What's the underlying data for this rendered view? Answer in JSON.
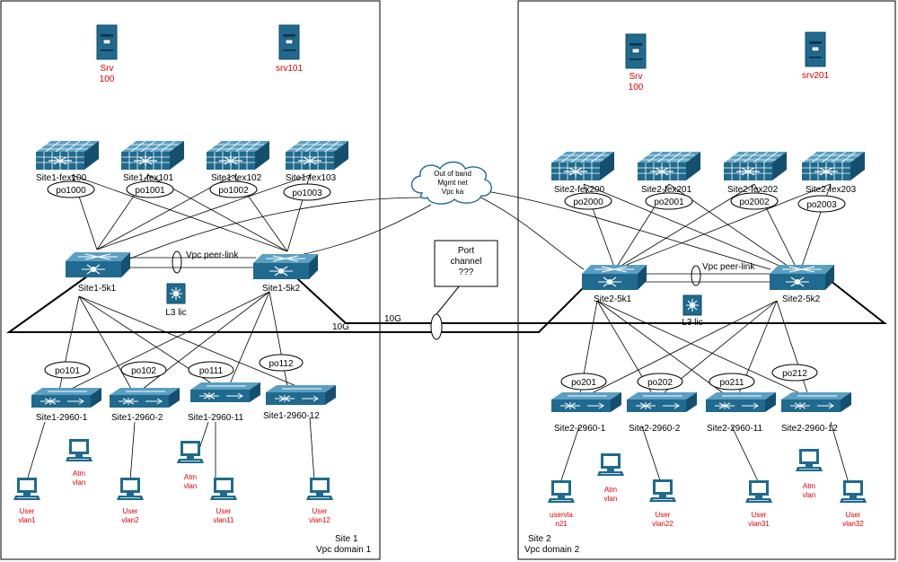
{
  "site1": {
    "caption_line1": "Site 1",
    "caption_line2": "Vpc domain 1",
    "servers": [
      {
        "line1": "Srv",
        "line2": "100"
      },
      {
        "line1": "srv101",
        "line2": ""
      }
    ],
    "fexes": [
      "Site1-fex100",
      "Site1-fex101",
      "Site1-fex102",
      "Site1-fex103"
    ],
    "fex_portchannels": [
      "po1000",
      "po1001",
      "po1002",
      "po1003"
    ],
    "nexus": [
      "Site1-5k1",
      "Site1-5k2"
    ],
    "peer_link": "Vpc peer-link",
    "l3": "L3 lic",
    "access_portchannels": [
      "po101",
      "po102",
      "po111",
      "po112"
    ],
    "access_switches": [
      "Site1-2960-1",
      "Site1-2960-2",
      "Site1-2960-11",
      "Site1-2960-12"
    ],
    "pcs": [
      {
        "line1": "User",
        "line2": "vlan1"
      },
      {
        "line1": "Atm",
        "line2": "vlan"
      },
      {
        "line1": "User",
        "line2": "vlan2"
      },
      {
        "line1": "Atm",
        "line2": "vlan"
      },
      {
        "line1": "User",
        "line2": "vlan11"
      },
      {
        "line1": "User",
        "line2": "vlan12"
      }
    ]
  },
  "site2": {
    "caption_line1": "Site 2",
    "caption_line2": "Vpc domain 2",
    "servers": [
      {
        "line1": "Srv",
        "line2": "100"
      },
      {
        "line1": "srv201",
        "line2": ""
      }
    ],
    "fexes": [
      "Site2-fex200",
      "Site2-fex201",
      "Site2-fex202",
      "Site2-fex203"
    ],
    "fex_portchannels": [
      "po2000",
      "po2001",
      "po2002",
      "po2003"
    ],
    "nexus": [
      "Site2-5k1",
      "Site2-5k2"
    ],
    "peer_link": "Vpc peer-link",
    "l3": "L3 lic",
    "access_portchannels": [
      "po201",
      "po202",
      "po211",
      "po212"
    ],
    "access_switches": [
      "Site2-2960-1",
      "Site2-2960-2",
      "Site2-2960-11",
      "Site2-2960-12"
    ],
    "pcs": [
      {
        "line1": "uservla",
        "line2": "n21"
      },
      {
        "line1": "Atm",
        "line2": "vlan"
      },
      {
        "line1": "User",
        "line2": "vlan22"
      },
      {
        "line1": "User",
        "line2": "vlan31"
      },
      {
        "line1": "Atm",
        "line2": "vlan"
      },
      {
        "line1": "User",
        "line2": "vlan32"
      }
    ]
  },
  "cloud": {
    "line1": "Out of band",
    "line2": "Mgmt net",
    "line3": "Vpc ka"
  },
  "port_channel_box": {
    "line1": "Port",
    "line2": "channel",
    "line3": "???"
  },
  "links": {
    "ten_g_left": "10G",
    "ten_g_center": "10G"
  },
  "colors": {
    "device": "#1f6a8e",
    "device_dark": "#134a66",
    "label_red": "#e00000"
  },
  "icons": {
    "server": "server-icon",
    "fex": "fabric-extender-icon",
    "nexus": "nexus-switch-icon",
    "layer3": "layer3-switch-icon",
    "access": "access-switch-icon",
    "pc": "workstation-icon",
    "cloud": "cloud-icon"
  }
}
